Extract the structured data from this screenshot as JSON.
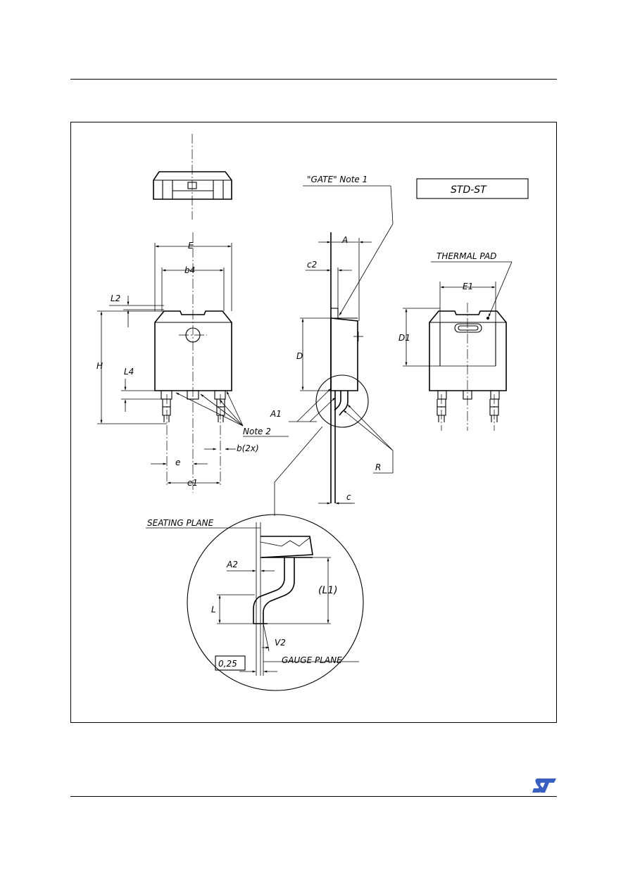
{
  "labels": {
    "gate_note": "\"GATE\" Note 1",
    "package_name": "STD-ST",
    "thermal_pad": "THERMAL PAD",
    "E": "E",
    "b4": "b4",
    "L2": "L2",
    "H": "H",
    "L4": "L4",
    "note2": "Note 2",
    "b": "b(2x)",
    "e": "e",
    "e1": "e1",
    "A": "A",
    "c2": "c2",
    "D": "D",
    "A1": "A1",
    "R": "R",
    "c": "c",
    "E1": "E1",
    "D1": "D1",
    "seating_plane": "SEATING PLANE",
    "A2": "A2",
    "L1": "(L1)",
    "L": "L",
    "V2": "V2",
    "gauge_value": "0,25",
    "gauge_plane": "GAUGE PLANE"
  },
  "logo": {
    "name": "st-logo-icon",
    "color": "#3b5fc0"
  }
}
